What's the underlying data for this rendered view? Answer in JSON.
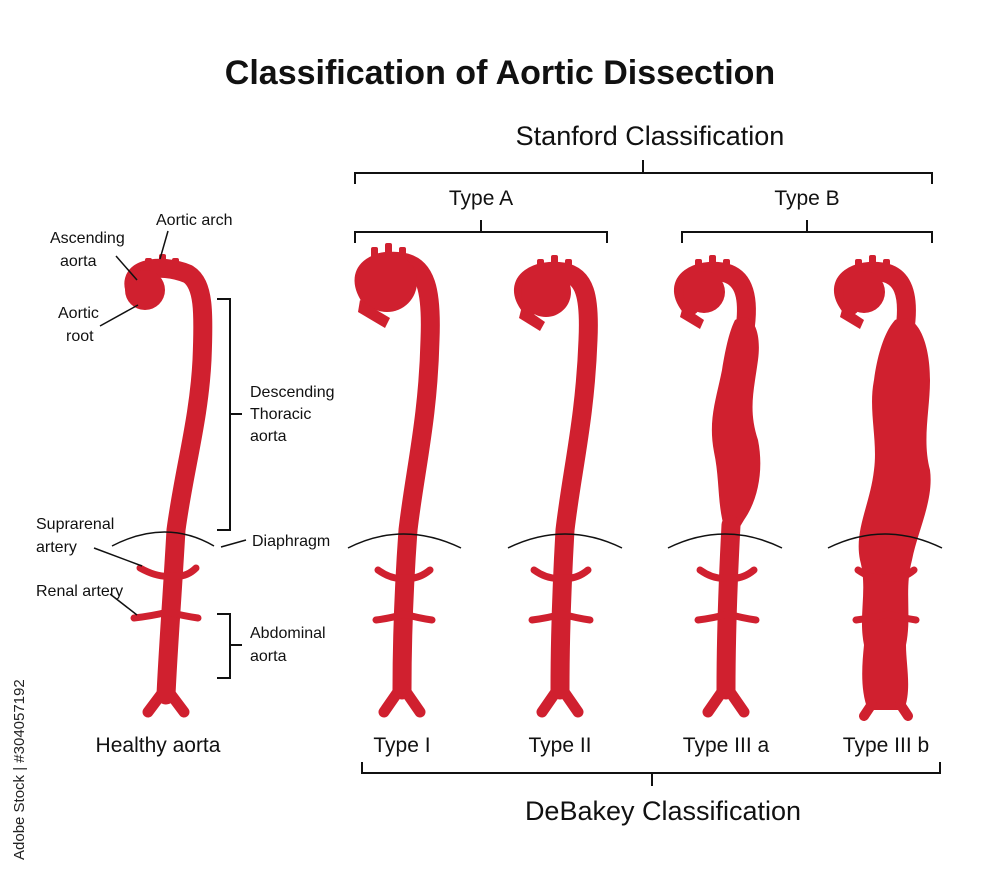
{
  "title": "Classification of Aortic Dissection",
  "stanford": {
    "heading": "Stanford Classification",
    "type_a": "Type A",
    "type_b": "Type B"
  },
  "debakey": {
    "heading": "DeBakey Classification",
    "types": [
      "Type I",
      "Type II",
      "Type III a",
      "Type III b"
    ]
  },
  "healthy": {
    "caption": "Healthy aorta",
    "labels": {
      "ascending_1": "Ascending",
      "ascending_2": "aorta",
      "arch": "Aortic arch",
      "root_1": "Aortic",
      "root_2": "root",
      "descending_1": "Descending",
      "descending_2": "Thoracic",
      "descending_3": "aorta",
      "suprarenal_1": "Suprarenal",
      "suprarenal_2": "artery",
      "diaphragm": "Diaphragm",
      "renal": "Renal artery",
      "abdominal_1": "Abdominal",
      "abdominal_2": "aorta"
    }
  },
  "watermark": "Adobe Stock | #304057192",
  "colors": {
    "aorta": "#d0202f",
    "text": "#111111",
    "background": "#ffffff"
  }
}
